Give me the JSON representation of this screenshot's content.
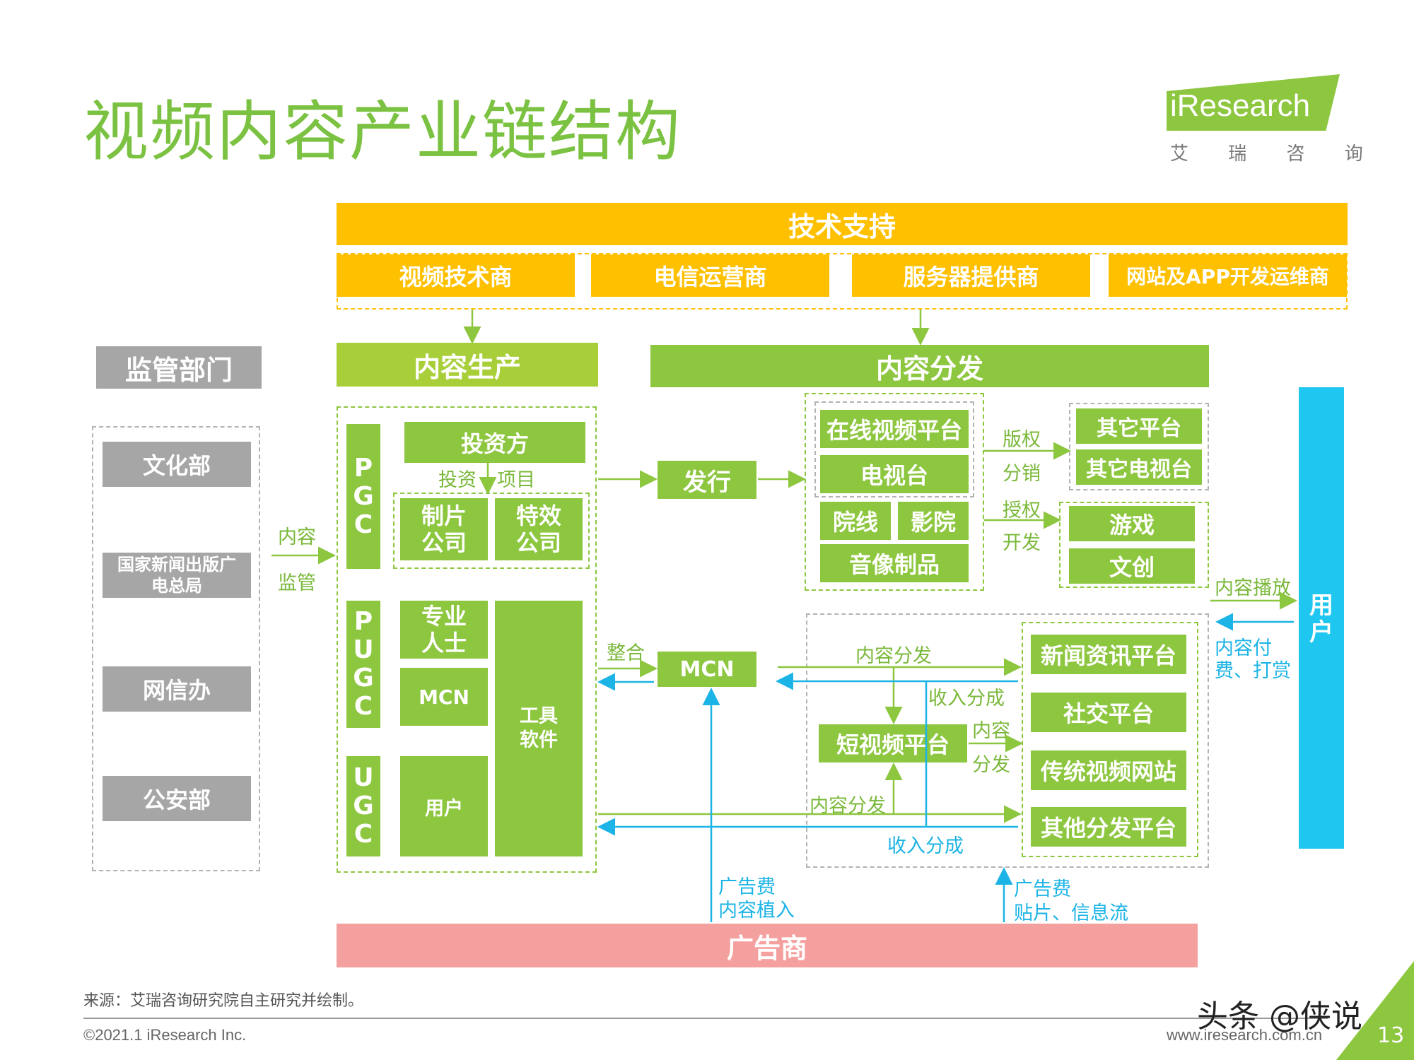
{
  "title": "视频内容产业链结构",
  "logo": {
    "brand": "iResearch",
    "sub": "艾 瑞 咨 询"
  },
  "tech": {
    "header": "技术支持",
    "items": [
      "视频技术商",
      "电信运营商",
      "服务器提供商",
      "网站及APP开发运维商"
    ]
  },
  "regulation": {
    "header": "监管部门",
    "items": [
      "文化部",
      "国家新闻出版广电总局",
      "网信办",
      "公安部"
    ],
    "label1": "内容",
    "label2": "监管"
  },
  "production": {
    "header": "内容生产",
    "pgc": {
      "letters": "P G C",
      "investor": "投资方",
      "invest": "投资",
      "project": "项目",
      "studio": "制片公司",
      "vfx": "特效公司"
    },
    "pugc": {
      "letters": "P U G C",
      "pro": "专业人士",
      "mcn": "MCN",
      "tools": "工具软件"
    },
    "ugc": {
      "letters": "U G C",
      "user": "用户"
    }
  },
  "distribution": {
    "header": "内容分发",
    "issue": "发行",
    "online": "在线视频平台",
    "tv": "电视台",
    "cinema": "院线",
    "theater": "影院",
    "av": "音像制品",
    "copyright": "版权",
    "resale": "分销",
    "license": "授权",
    "develop": "开发",
    "other_platform": "其它平台",
    "other_tv": "其它电视台",
    "game": "游戏",
    "cultural": "文创",
    "integrate": "整合",
    "mcn": "MCN",
    "content_dist": "内容分发",
    "revenue_share": "收入分成",
    "short_video": "短视频平台",
    "content2": "内容",
    "dist2": "分发",
    "content_dist2": "内容分发",
    "revenue_share2": "收入分成",
    "news": "新闻资讯平台",
    "social": "社交平台",
    "traditional": "传统视频网站",
    "other_dist": "其他分发平台"
  },
  "users": {
    "label": "用户",
    "play": "内容播放",
    "pay": "内容付费、打赏"
  },
  "advertiser": {
    "label": "广告商",
    "fee1": "广告费",
    "place1": "内容植入",
    "fee2": "广告费",
    "place2": "贴片、信息流"
  },
  "footer": {
    "source": "来源：艾瑞咨询研究院自主研究并绘制。",
    "copyright": "©2021.1 iResearch Inc.",
    "site": "www.iresearch.com.cn",
    "watermark": "头条 @侠说",
    "page": "13"
  }
}
